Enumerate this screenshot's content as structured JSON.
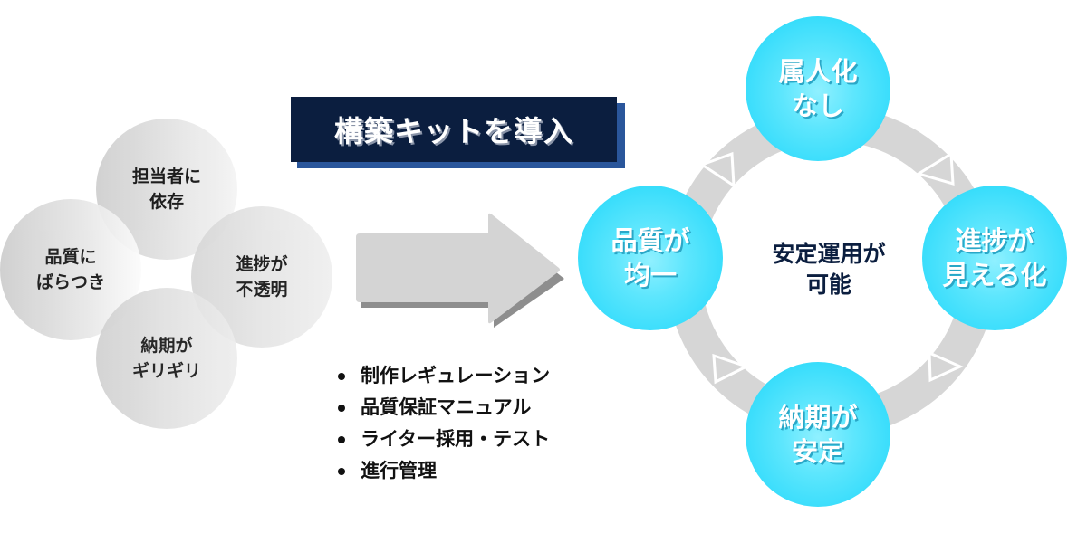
{
  "problems": {
    "top": "担当者に\n依存",
    "left": "品質に\nばらつき",
    "right": "進捗が\n不透明",
    "bottom": "納期が\nギリギリ"
  },
  "banner": {
    "title": "構築キットを導入"
  },
  "kit_items": [
    "制作レギュレーション",
    "品質保証マニュアル",
    "ライター採用・テスト",
    "進行管理"
  ],
  "benefits": {
    "top": "属人化\nなし",
    "right": "進捗が\n見える化",
    "bottom": "納期が\n安定",
    "left": "品質が\n均一"
  },
  "center": {
    "text": "安定運用が\n可能"
  },
  "colors": {
    "banner_bg": "#0b1e3f",
    "banner_shadow": "#2a569b",
    "benefit_circle": "#34dcfb",
    "arrow_grey": "#d4d4d4",
    "arrow_shadow": "#8e8e8e",
    "center_text": "#0b1e3f"
  }
}
